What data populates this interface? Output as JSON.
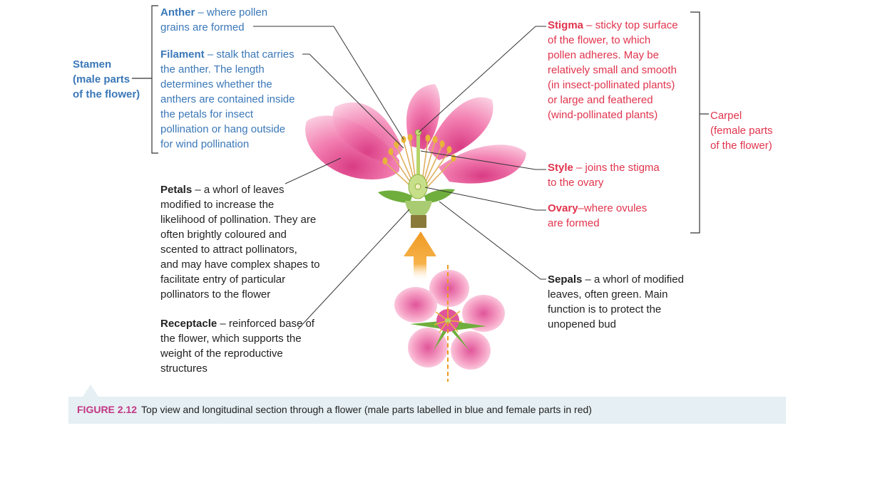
{
  "stamen": {
    "line1": "Stamen",
    "line2": "(male parts",
    "line3": "of the flower)"
  },
  "carpel": {
    "line1": "Carpel",
    "line2": "(female parts",
    "line3": "of the flower)"
  },
  "labels": {
    "anther": {
      "term": "Anther",
      "desc_l1": " – where pollen",
      "desc_l2": "grains are formed"
    },
    "filament": {
      "term": "Filament",
      "desc_l1": " – stalk that carries",
      "lines": [
        "the anther. The length",
        "determines whether the",
        "anthers are contained inside",
        "the petals for insect",
        "pollination or hang outside",
        "for wind pollination"
      ]
    },
    "petals": {
      "term": "Petals",
      "desc_l1": " – a whorl of leaves",
      "lines": [
        "modified to increase the",
        "likelihood of pollination. They are",
        "often brightly coloured and",
        "scented to attract pollinators,",
        "and may have complex shapes to",
        "facilitate entry of particular",
        "pollinators to the flower"
      ]
    },
    "receptacle": {
      "term": "Receptacle",
      "desc_l1": " – reinforced base of",
      "lines": [
        "the flower, which supports the",
        "weight of the reproductive",
        "structures"
      ]
    },
    "stigma": {
      "term": "Stigma",
      "desc_l1": " – sticky top surface",
      "lines": [
        "of the flower, to which",
        "pollen adheres. May be",
        "relatively small and smooth",
        "(in insect-pollinated plants)",
        "or large and feathered",
        "(wind-pollinated plants)"
      ]
    },
    "style": {
      "term": "Style",
      "desc_l1": " – joins the stigma",
      "lines": [
        "to the ovary"
      ]
    },
    "ovary": {
      "term": "Ovary",
      "desc_l1": "–where ovules",
      "lines": [
        "are formed"
      ]
    },
    "sepals": {
      "term": "Sepals",
      "desc_l1": " – a whorl of modified",
      "lines": [
        "leaves, often green. Main",
        "function is to protect the",
        "unopened bud"
      ]
    }
  },
  "caption": {
    "figure_number": "FIGURE 2.12",
    "text": "Top view and longitudinal section through a flower (male parts labelled in blue and female parts in red)"
  },
  "colors": {
    "male": "#3b78b8",
    "female": "#e0344d",
    "figure_number": "#c23584",
    "caption_bg": "#e6eff3",
    "petal": "#f08cb4",
    "sepal": "#6fae3c",
    "arrow": "#f0a030"
  }
}
